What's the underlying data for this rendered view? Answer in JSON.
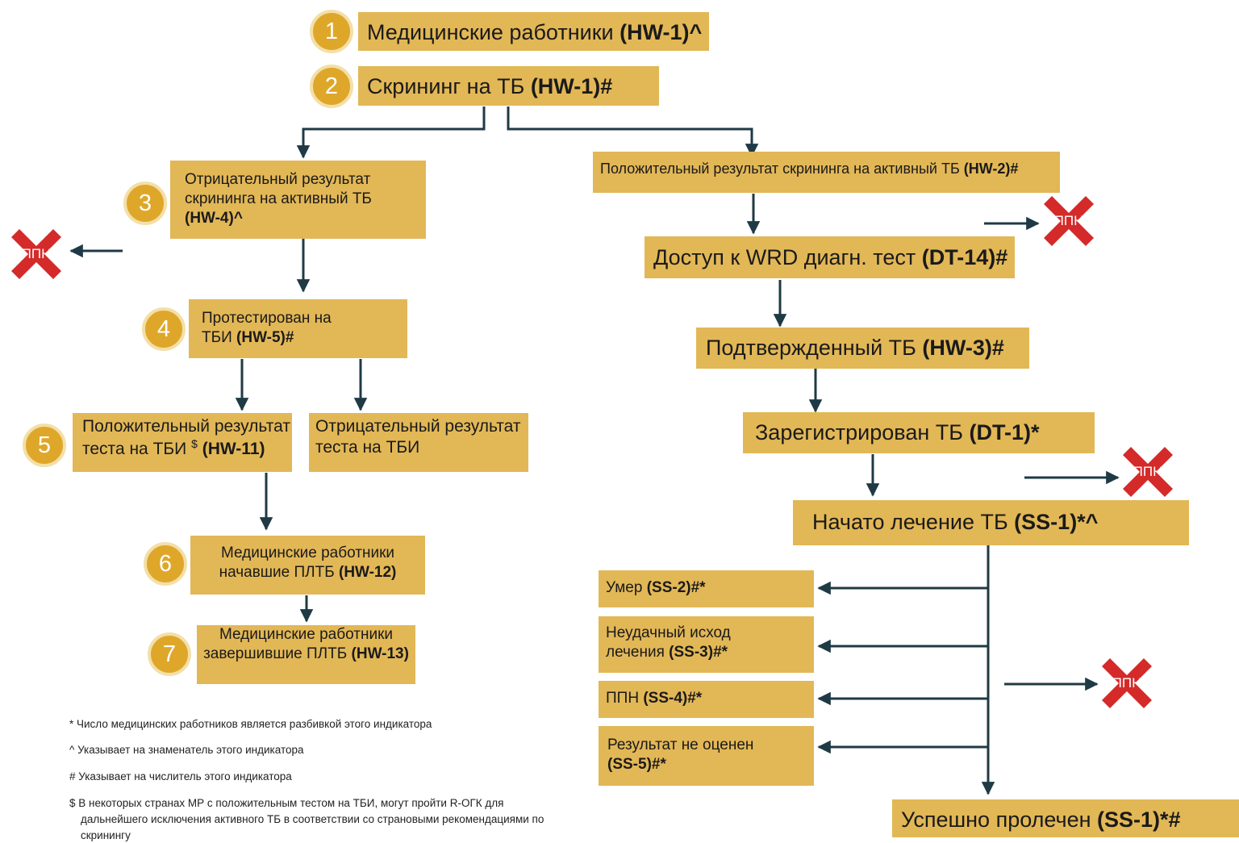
{
  "boxes": {
    "b1": {
      "text": "Медицинские работники ",
      "code": "(HW-1)^"
    },
    "b2": {
      "text": "Скрининг на ТБ ",
      "code": "(HW-1)#"
    },
    "b3": {
      "line1": "Отрицательный результат",
      "line2": "скрининга на активный ТБ",
      "code": "(HW-4)^"
    },
    "b4": {
      "line1": "Протестирован на",
      "line2": "ТБИ ",
      "code": "(HW-5)#"
    },
    "b5": {
      "line1": "Положительный результат",
      "line2": "теста на ТБИ ",
      "sup": "$",
      "code": "(HW-11)"
    },
    "b5n": {
      "line1": "Отрицательный результат",
      "line2": "теста на ТБИ"
    },
    "b6": {
      "line1": "Медицинские работники",
      "line2": "начавшие ПЛТБ ",
      "code": "(HW-12)"
    },
    "b7": {
      "line1": "Медицинские работники",
      "line2": "завершившие ПЛТБ ",
      "code": "(HW-13)"
    },
    "r1": {
      "text": "Положительный результат скрининга на активный ТБ  ",
      "code": "(HW-2)#"
    },
    "r2": {
      "text": "Доступ к WRD диагн. тест ",
      "code": "(DT-14)#"
    },
    "r3": {
      "text": "Подтвержденный ТБ ",
      "code": "(HW-3)#"
    },
    "r4": {
      "text": "Зарегистрирован ТБ ",
      "code": "(DT-1)*"
    },
    "r5": {
      "text": "Начато лечение ТБ ",
      "code": "(SS-1)*^"
    },
    "o1": {
      "text": "Умер ",
      "code": "(SS-2)#*"
    },
    "o2": {
      "line1": "Неудачный исход",
      "line2": "лечения ",
      "code": "(SS-3)#*"
    },
    "o3": {
      "text": "ППН ",
      "code": "(SS-4)#*"
    },
    "o4": {
      "line1": "Результат не оценен",
      "code": "(SS-5)#*"
    },
    "r6": {
      "text": "Успешно пролечен ",
      "code": "(SS-1)*#"
    }
  },
  "steps": [
    "1",
    "2",
    "3",
    "4",
    "5",
    "6",
    "7"
  ],
  "ltfu_label": "ППН",
  "notes": [
    "* Число медицинских работников является разбивкой этого индикатора",
    "^ Указывает на знаменатель этого индикатора",
    "# Указывает на числитель этого индикатора",
    "$ В некоторых странах МР с положительным тестом на ТБИ, могут пройти R-ОГК для",
    "дальнейшего исключения активного ТБ в соответствии со страновыми рекомендациями по",
    "скринингу"
  ],
  "colors": {
    "box": "#e2b756",
    "circle": "#dfa72a",
    "arrow": "#1f3a44",
    "cross": "#d42a2a"
  }
}
